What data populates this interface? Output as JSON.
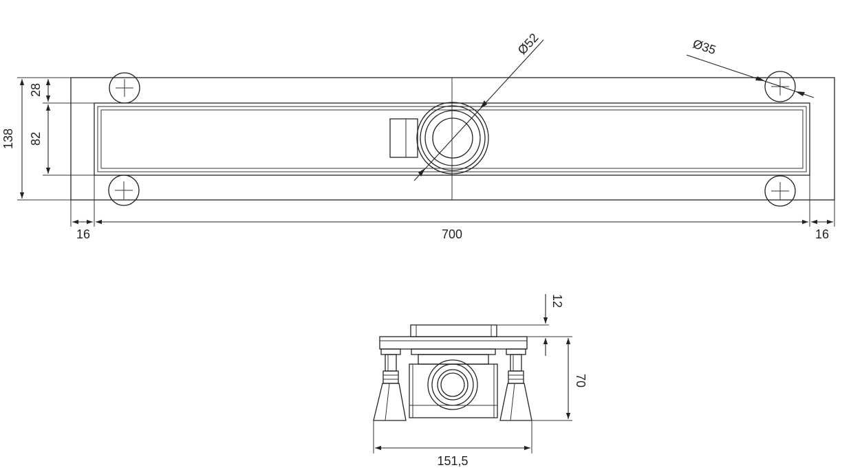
{
  "colors": {
    "line": "#222222",
    "background": "#ffffff"
  },
  "top_view": {
    "dimensions": {
      "overall_height": "138",
      "top_offset": "28",
      "channel_height": "82",
      "left_margin": "16",
      "length": "700",
      "right_margin": "16",
      "drain_diameter": "Ø52",
      "hole_diameter": "Ø35"
    }
  },
  "side_view": {
    "dimensions": {
      "grate_thickness": "12",
      "height": "70",
      "width": "151,5"
    }
  }
}
